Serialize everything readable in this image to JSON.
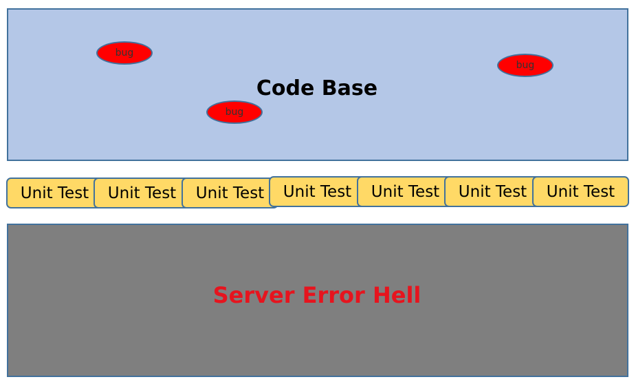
{
  "code_base": {
    "title": "Code Base",
    "bugs": [
      "bug",
      "bug",
      "bug"
    ]
  },
  "unit_tests": [
    "Unit Test",
    "Unit Test",
    "Unit Test",
    "Unit Test",
    "Unit Test",
    "Unit Test",
    "Unit Test"
  ],
  "error_zone": {
    "title": "Server Error Hell"
  },
  "colors": {
    "code_base_fill": "#b4c7e7",
    "bug_fill": "#ff0000",
    "unit_test_fill": "#ffd966",
    "error_zone_fill": "#7f7f7f",
    "error_text": "#e6141e",
    "outline": "#41719c"
  }
}
